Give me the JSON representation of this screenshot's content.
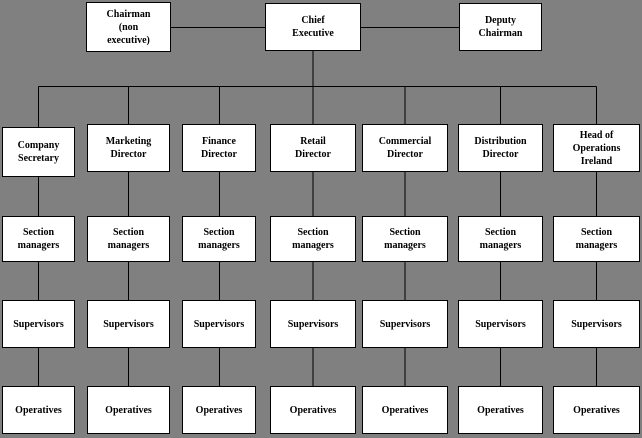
{
  "diagram": {
    "type": "organizational-chart",
    "colors": {
      "background": "#808080",
      "box-fill": "#ffffff",
      "box-border": "#000000",
      "line": "#000000",
      "text": "#000000"
    },
    "top_row": [
      {
        "name": "chairman",
        "lines": [
          "Chairman",
          "(non",
          "executive)"
        ]
      },
      {
        "name": "chief-executive",
        "lines": [
          "Chief",
          "Executive"
        ]
      },
      {
        "name": "deputy-chairman",
        "lines": [
          "Deputy",
          "Chairman"
        ]
      }
    ],
    "columns": [
      {
        "director": [
          "Company",
          "Secretary"
        ],
        "section": [
          "Section",
          "managers"
        ],
        "supervisor": [
          "Supervisors"
        ],
        "operative": [
          "Operatives"
        ]
      },
      {
        "director": [
          "Marketing",
          "Director"
        ],
        "section": [
          "Section",
          "managers"
        ],
        "supervisor": [
          "Supervisors"
        ],
        "operative": [
          "Operatives"
        ]
      },
      {
        "director": [
          "Finance",
          "Director"
        ],
        "section": [
          "Section",
          "managers"
        ],
        "supervisor": [
          "Supervisors"
        ],
        "operative": [
          "Operatives"
        ]
      },
      {
        "director": [
          "Retail",
          "Director"
        ],
        "section": [
          "Section",
          "managers"
        ],
        "supervisor": [
          "Supervisors"
        ],
        "operative": [
          "Operatives"
        ]
      },
      {
        "director": [
          "Commercial",
          "Director"
        ],
        "section": [
          "Section",
          "managers"
        ],
        "supervisor": [
          "Supervisors"
        ],
        "operative": [
          "Operatives"
        ]
      },
      {
        "director": [
          "Distribution",
          "Director"
        ],
        "section": [
          "Section",
          "managers"
        ],
        "supervisor": [
          "Supervisors"
        ],
        "operative": [
          "Operatives"
        ]
      },
      {
        "director": [
          "Head of",
          "Operations",
          "Ireland"
        ],
        "section": [
          "Section",
          "managers"
        ],
        "supervisor": [
          "Supervisors"
        ],
        "operative": [
          "Operatives"
        ]
      }
    ]
  }
}
